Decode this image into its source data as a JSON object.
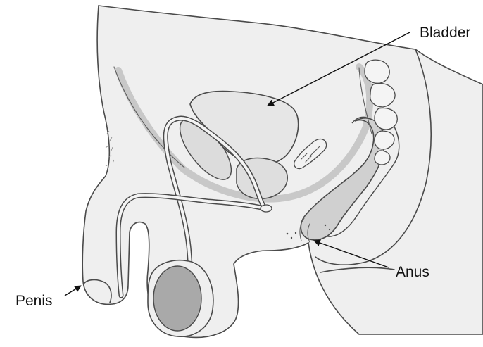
{
  "diagram": {
    "labels": {
      "bladder": "Bladder",
      "anus": "Anus",
      "penis": "Penis"
    },
    "colors": {
      "body_fill": "#efefef",
      "tissue_fill": "#e2e2e2",
      "organ_fill": "#d6d6d6",
      "testis_fill": "#a9a9a9",
      "outline": "#4a4a4a",
      "leader": "#111111"
    }
  }
}
